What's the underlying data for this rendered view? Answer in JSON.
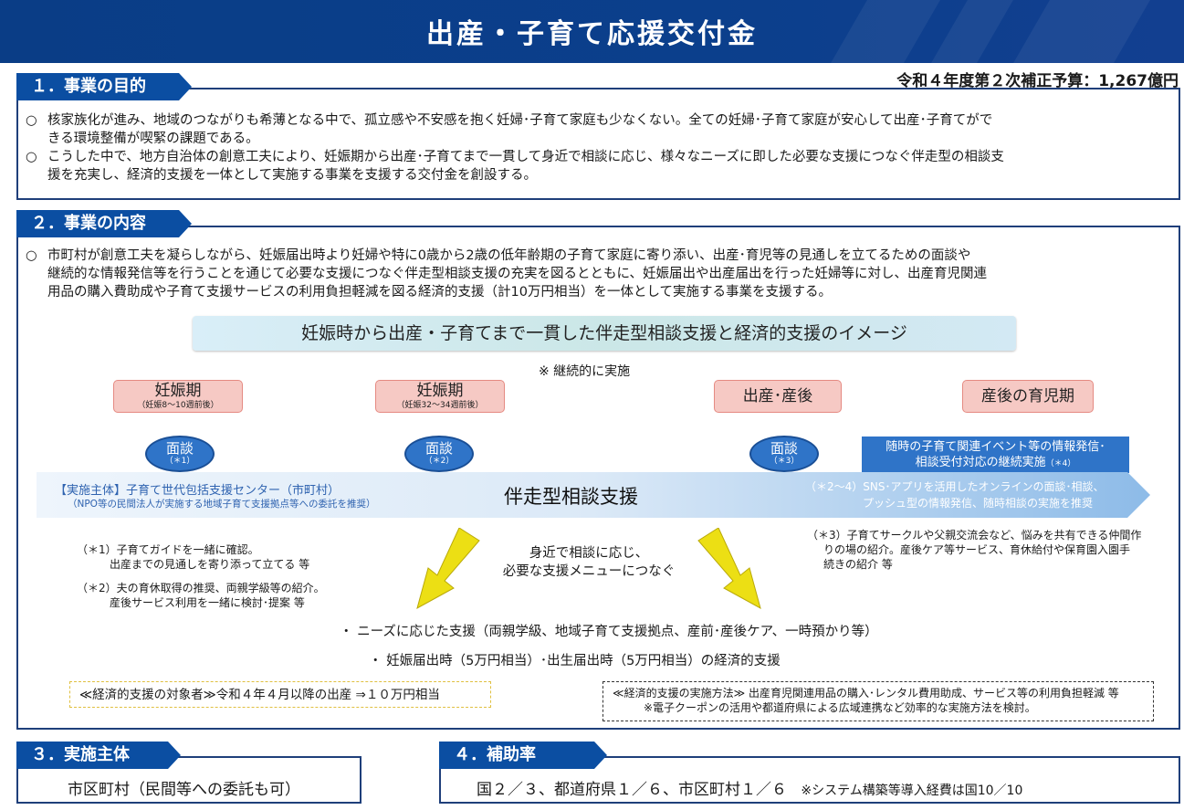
{
  "header": {
    "title": "出産・子育て応援交付金",
    "budget": "令和４年度第２次補正予算：1,267億円"
  },
  "section1": {
    "label": "１．事業の目的",
    "paragraphs": [
      {
        "mark": "○",
        "line1": "核家族化が進み、地域のつながりも希薄となる中で、孤立感や不安感を抱く妊婦･子育て家庭も少なくない。全ての妊婦･子育て家庭が安心して出産･子育てがで",
        "line2": "きる環境整備が喫緊の課題である。"
      },
      {
        "mark": "○",
        "line1": "こうした中で、地方自治体の創意工夫により、妊娠期から出産･子育てまで一貫して身近で相談に応じ、様々なニーズに即した必要な支援につなぐ伴走型の相談支",
        "line2": "援を充実し、経済的支援を一体として実施する事業を支援する交付金を創設する。"
      }
    ]
  },
  "section2": {
    "label": "２．事業の内容",
    "paragraph": {
      "mark": "○",
      "line1": "市町村が創意工夫を凝らしながら、妊娠届出時より妊婦や特に0歳から2歳の低年齢期の子育て家庭に寄り添い、出産･育児等の見通しを立てるための面談や",
      "line2": "継続的な情報発信等を行うことを通じて必要な支援につなぐ伴走型相談支援の充実を図るとともに、妊娠届出や出産届出を行った妊婦等に対し、出産育児関連",
      "line3": "用品の購入費助成や子育て支援サービスの利用負担軽減を図る経済的支援（計10万円相当）を一体として実施する事業を支援する。"
    },
    "image_title": "妊娠時から出産・子育てまで一貫した伴走型相談支援と経済的支援のイメージ",
    "continuous_note": "※ 継続的に実施",
    "phases": [
      {
        "title": "妊娠期",
        "sub": "（妊娠8～10週前後）"
      },
      {
        "title": "妊娠期",
        "sub": "（妊娠32～34週前後）"
      },
      {
        "title": "出産･産後",
        "sub": ""
      },
      {
        "title": "産後の育児期",
        "sub": ""
      }
    ],
    "interviews": [
      {
        "title": "面談",
        "sub": "（＊1）"
      },
      {
        "title": "面談",
        "sub": "（＊2）"
      },
      {
        "title": "面談",
        "sub": "（＊3）"
      }
    ],
    "info_box": {
      "line1": "随時の子育て関連イベント等の情報発信･",
      "line2": "相談受付対応の継続実施",
      "note": "（＊4）"
    },
    "band": {
      "implementer": "【実施主体】子育て世代包括支援センター（市町村）",
      "implementer_sub": "（NPO等の民間法人が実施する地域子育て支援拠点等への委託を推奨）",
      "center_label": "伴走型相談支援",
      "note_line1": "（＊2～4）SNS･アプリを活用したオンラインの面談･相談、",
      "note_line2": "プッシュ型の情報発信、随時相談の実施を推奨"
    },
    "notes_left": [
      {
        "line1": "（＊1）子育てガイドを一緒に確認。",
        "line2": "出産までの見通しを寄り添って立てる 等"
      },
      {
        "line1": "（＊2）夫の育休取得の推奨、両親学級等の紹介。",
        "line2": "産後サービス利用を一緒に検討･提案 等"
      }
    ],
    "center_text": {
      "line1": "身近で相談に応じ、",
      "line2": "必要な支援メニューにつなぐ"
    },
    "notes_right": {
      "line1": "（＊3）子育てサークルや父親交流会など、悩みを共有できる仲間作",
      "line2": "りの場の紹介。産後ケア等サービス、育休給付や保育園入園手",
      "line3": "続きの紹介 等"
    },
    "bullets": [
      "・ ニーズに応じた支援（両親学級、地域子育て支援拠点、産前･産後ケア、一時預かり等）",
      "・ 妊娠届出時（5万円相当）･出生届出時（5万円相当）の経済的支援"
    ],
    "target_box": "≪経済的支援の対象者≫令和４年４月以降の出産 ⇒１０万円相当",
    "method_box": {
      "line1": "≪経済的支援の実施方法≫ 出産育児関連用品の購入･レンタル費用助成、サービス等の利用負担軽減 等",
      "line2": "※電子クーポンの活用や都道府県による広域連携など効率的な実施方法を検討。"
    }
  },
  "section3": {
    "label": "３．実施主体",
    "content": "市区町村（民間等への委託も可）"
  },
  "section4": {
    "label": "４．補助率",
    "content": "国２／３、都道府県１／６、市区町村１／６",
    "note": "※システム構築等導入経費は国10／10"
  },
  "colors": {
    "navy": "#0b4ea2",
    "banner": "#0a3d86",
    "bubble": "#2f74c8",
    "phase_pink": "#f6c9c4",
    "arrow_yellow": "#ecdf14",
    "band_blue": "#9cc3e8"
  }
}
